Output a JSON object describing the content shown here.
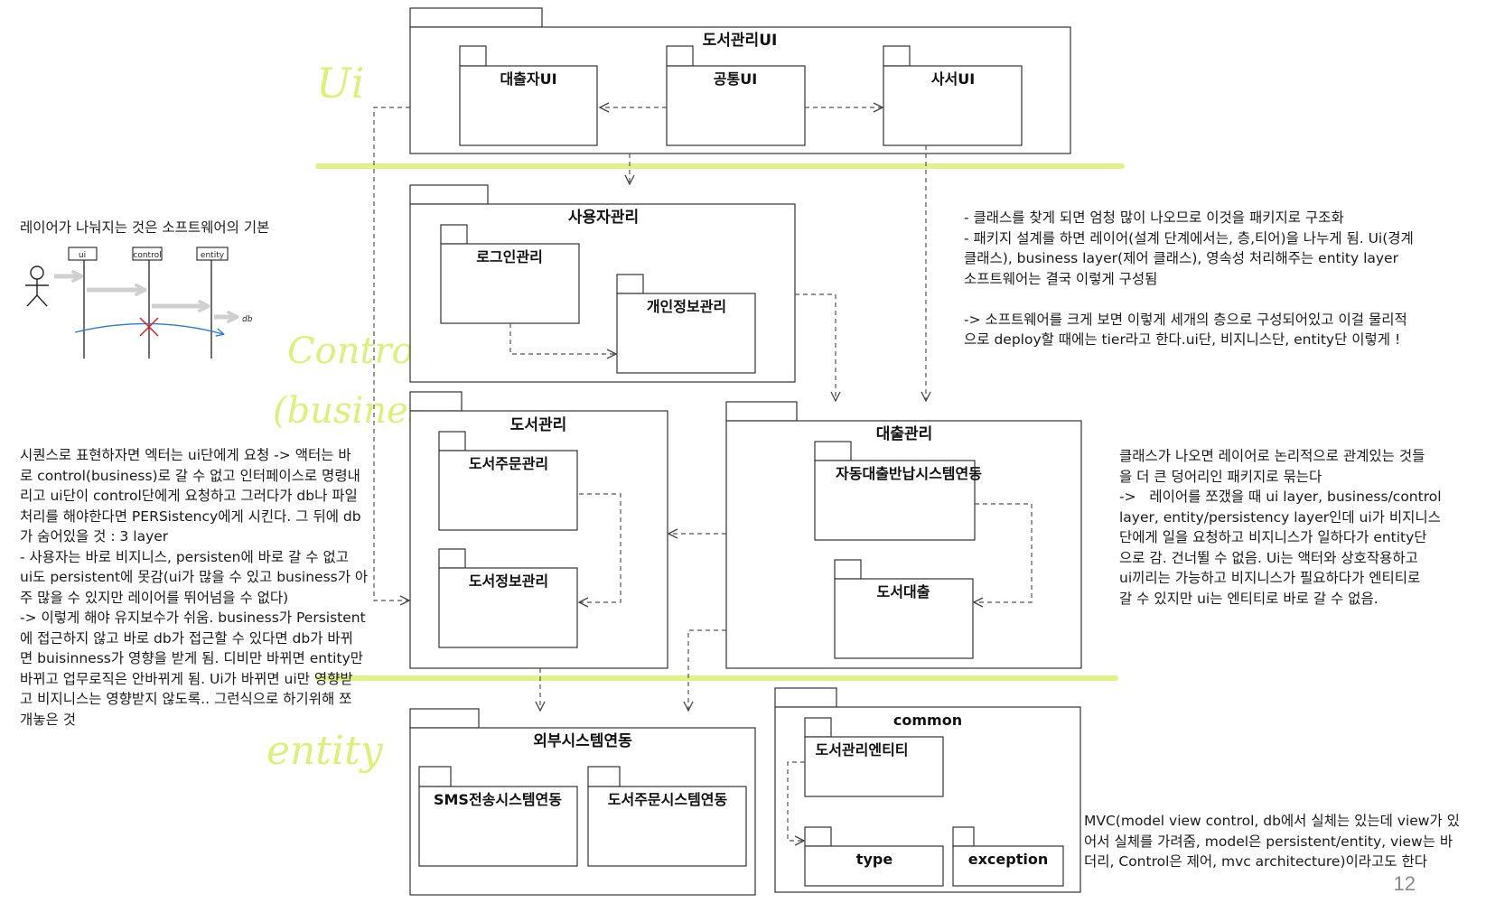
{
  "packages": {
    "ui_root": "도서관리UI",
    "borrower_ui": "대출자UI",
    "common_ui": "공통UI",
    "librarian_ui": "사서UI",
    "user_mgmt": "사용자관리",
    "login_mgmt": "로그인관리",
    "personal_info": "개인정보관리",
    "book_mgmt": "도서관리",
    "book_order": "도서주문관리",
    "book_info": "도서정보관리",
    "loan_mgmt": "대출관리",
    "auto_loan": "자동대출반납시스템연동",
    "book_loan": "도서대출",
    "external": "외부시스템연동",
    "sms": "SMS전송시스템연동",
    "order_link": "도서주문시스템연동",
    "common": "common",
    "entity": "도서관리엔티티",
    "type": "type",
    "exception": "exception"
  },
  "layer_labels": {
    "ui": "Ui",
    "control_1": "Control",
    "control_2": "(business)",
    "entity": "entity"
  },
  "sketch": {
    "ui": "ui",
    "control": "control",
    "entity": "entity",
    "db": "db"
  },
  "notes": {
    "layers_basic": "레이어가 나눠지는 것은 소프트웨어의 기본",
    "sequence": "시퀀스로 표현하자면 엑터는 ui단에게 요청 -> 액터는 바\n로 control(business)로 갈 수 없고 인터페이스로 명령내\n리고 ui단이 control단에게 요청하고 그러다가 db나 파일\n처리를 해야한다면 PERSistency에게 시킨다. 그 뒤에 db\n가 숨어있을 것 : 3 layer\n- 사용자는 바로 비지니스, persisten에 바로 갈 수 없고\nui도 persistent에 못감(ui가 많을 수 있고 business가 아\n주 많을 수 있지만 레이어를 뛰어넘을 수 없다)\n-> 이렇게 해야 유지보수가 쉬움. business가 Persistent\n에 접근하지 않고 바로 db가 접근할 수 있다면 db가 바뀌\n면 buisinness가 영향을 받게 됨. 디비만 바뀌면 entity만\n바뀌고 업무로직은 안바뀌게 됨. Ui가 바뀌면 ui만 영향받\n고 비지니스는 영향받지 않도록.. 그런식으로 하기위해 쪼\n개놓은 것",
    "class_packages": "- 클래스를 찾게 되면 엄청 많이 나오므로 이것을 패키지로 구조화\n- 패키지 설계를 하면 레이어(설계 단계에서는, 층,티어)을 나누게 됨. Ui(경계\n클래스), business layer(제어 클래스), 영속성 처리해주는 entity layer\n소프트웨어는 결국 이렇게 구성됨\n\n-> 소프트웨어를 크게 보면 이렇게 세개의 층으로 구성되어있고 이걸 물리적\n으로 deploy할 때에는 tier라고 한다.ui단, 비지니스단, entity단 이렇게 !",
    "grouping": "클래스가 나오면 레이어로 논리적으로 관계있는 것들\n을 더 큰 덩어리인 패키지로 묶는다\n->   레이어를 쪼갰을 때 ui layer, business/control\nlayer, entity/persistency layer인데 ui가 비지니스\n단에게 일을 요청하고 비지니스가 일하다가 entity단\n으로 감. 건너뛸 수 없음. Ui는 액터와 상호작용하고\nui끼리는 가능하고 비지니스가 필요하다가 엔티티로\n갈 수 있지만 ui는 엔티티로 바로 갈 수 없음.",
    "mvc": "MVC(model view control, db에서 실체는 있는데 view가 있\n어서 실체를 가려줌, model은 persistent/entity, view는 바\n더리, Control은 제어, mvc architecture)이라고도 한다"
  },
  "page_number": "12",
  "colors": {
    "highlight": "#dff07a",
    "line": "#333333",
    "dash": "#555555",
    "sketch_arrow": "#d4d4d4",
    "blue_curve": "#2a7bd6",
    "red_x": "#e02020"
  }
}
